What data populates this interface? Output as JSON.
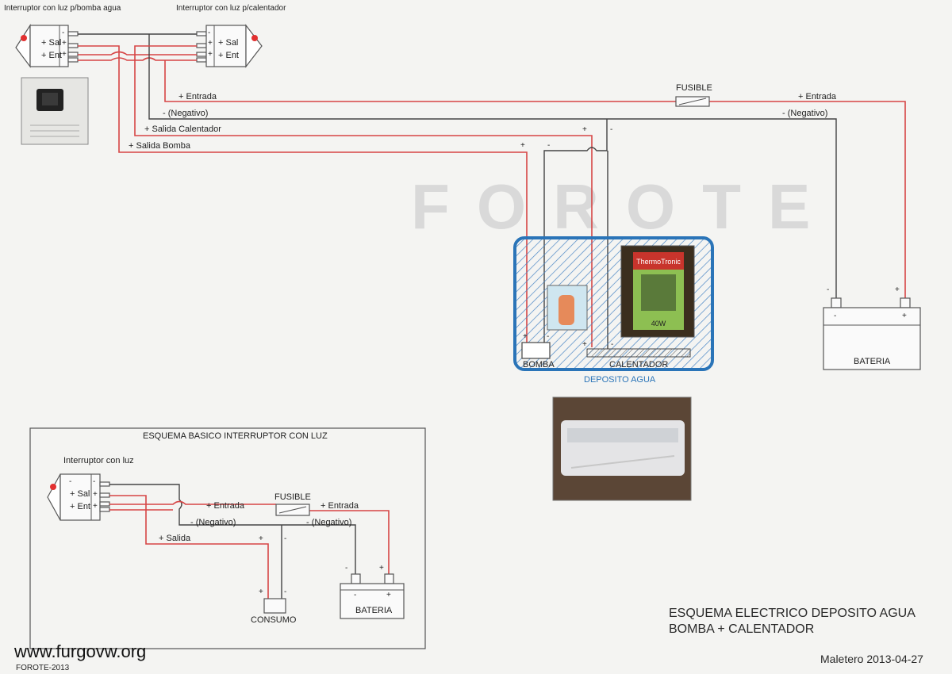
{
  "top_diagram": {
    "switch_left_title": "Interruptor con luz p/bomba agua",
    "switch_right_title": "Interruptor con luz p/calentador",
    "pin_minus": "-",
    "pin_plus": "+",
    "pin_sal": "+ Sal",
    "pin_ent": "+ Ent",
    "wire_entrada": "+ Entrada",
    "wire_negativo": "- (Negativo)",
    "wire_salida_calentador": "+ Salida Calentador",
    "wire_salida_bomba": "+ Salida Bomba",
    "fusible": "FUSIBLE",
    "wire_entrada_right": "+ Entrada",
    "wire_negativo_right": "- (Negativo)",
    "bateria": "BATERIA",
    "bomba": "BOMBA",
    "calentador": "CALENTADOR",
    "deposito": "DEPOSITO AGUA",
    "heater_brand": "ThermoTronic",
    "heater_watts": "40W"
  },
  "watermark": "FOROTE",
  "basic_diagram": {
    "title": "ESQUEMA BASICO INTERRUPTOR CON LUZ",
    "switch_title": "Interruptor con luz",
    "wire_entrada": "+ Entrada",
    "fusible": "FUSIBLE",
    "wire_entrada_right": "+ Entrada",
    "wire_negativo": "- (Negativo)",
    "wire_negativo_right": "- (Negativo)",
    "wire_salida": "+ Salida",
    "consumo": "CONSUMO",
    "bateria": "BATERIA"
  },
  "footer": {
    "title_line1": "ESQUEMA ELECTRICO DEPOSITO AGUA",
    "title_line2": "BOMBA + CALENTADOR",
    "author_date": "Maletero 2013-04-27",
    "site": "www.furgovw.org",
    "credit": "FOROTE-2013"
  },
  "colors": {
    "positive_wire": "#d64545",
    "negative_wire": "#444444",
    "tank_border": "#2a74b8",
    "tank_hatch": "#4a86c5"
  }
}
